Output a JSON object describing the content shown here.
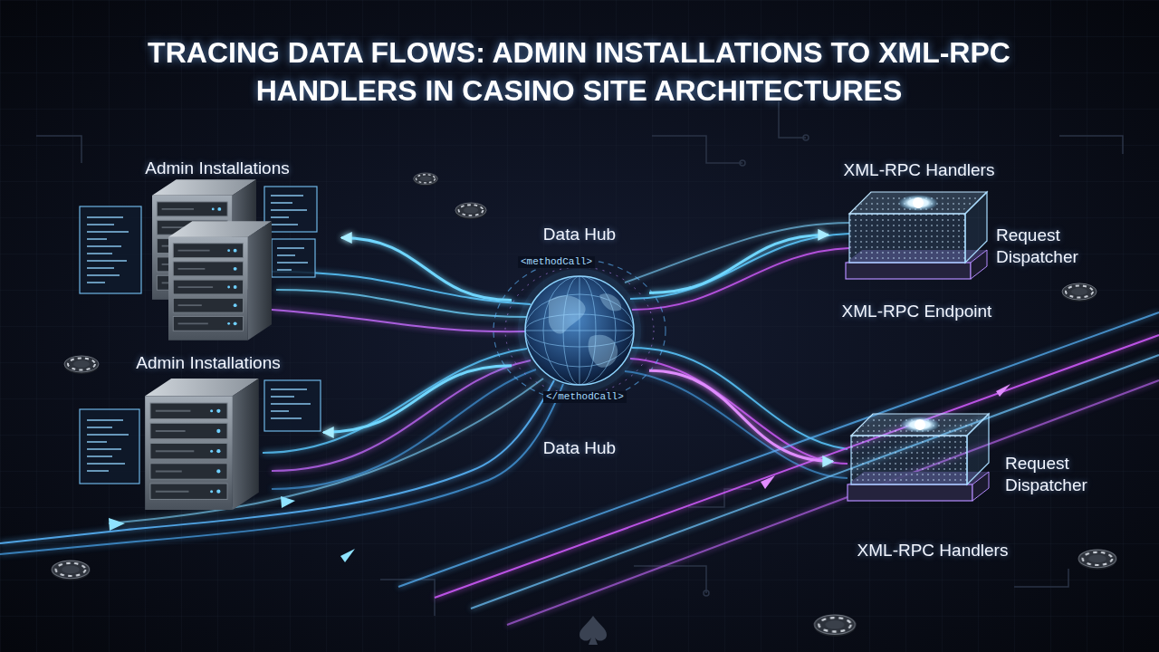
{
  "diagram": {
    "title": "TRACING DATA FLOWS: ADMIN INSTALLATIONS TO XML-RPC HANDLERS IN CASINO SITE ARCHITECTURES",
    "nodes": [
      {
        "text": [
          "Admin Installations"
        ]
      },
      {
        "text": [
          "Admin Installations"
        ]
      },
      {
        "text": [
          "Data Hub",
          "Data Hub"
        ]
      },
      {
        "text": [
          "XML-RPC Handlers",
          "Request Dispatcher",
          "XML-RPC Endpoint"
        ]
      },
      {
        "text": [
          "Request Dispatcher",
          "XML-RPC Handlers"
        ]
      }
    ],
    "edges": [
      {
        "from": 2,
        "to": 0,
        "arrow": "to"
      },
      {
        "from": 2,
        "to": 1,
        "arrow": "to"
      },
      {
        "from": 2,
        "to": 3,
        "arrow": "to"
      },
      {
        "from": 2,
        "to": 4,
        "arrow": "to"
      }
    ],
    "labels": [
      "<methodCall>",
      "</methodCall>"
    ]
  }
}
